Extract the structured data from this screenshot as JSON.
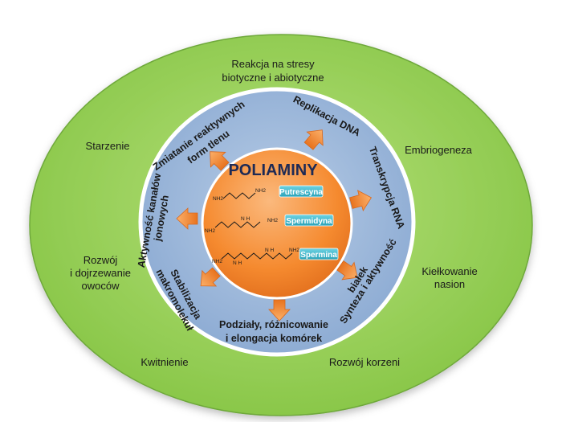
{
  "center": {
    "title": "POLIAMINY",
    "molecules": [
      {
        "name": "Putrescyna",
        "formula_left": "NH2",
        "formula_right": "NH2"
      },
      {
        "name": "Spermidyna",
        "formula_left": "NH2",
        "formula_mid": "N H",
        "formula_right": "NH2"
      },
      {
        "name": "Spermina",
        "formula_left": "NH2",
        "formula_mid1": "N H",
        "formula_mid2": "N H",
        "formula_right": "NH2"
      }
    ]
  },
  "inner_ring": {
    "labels": [
      "Replikacja DNA",
      "Transkrypcja RNA",
      "Synteza i aktywność",
      "białek",
      "Podziały, różnicowanie",
      "i elongacja komórek",
      "Stabilizacja",
      "makromolekuł",
      "Aktywność kanałów",
      "jonowych",
      "Zmiatanie reaktywnych",
      "form tlenu"
    ]
  },
  "outer_ring": {
    "labels": [
      "Reakcja na stresy",
      "biotyczne i abiotyczne",
      "Embriogeneza",
      "Kiełkowanie",
      "nasion",
      "Rozwój korzeni",
      "Kwitnienie",
      "Rozwój",
      "i dojrzewanie",
      "owoców",
      "Starzenie"
    ]
  },
  "colors": {
    "outer_fill": "#92d050",
    "outer_stroke": "#6ea83a",
    "inner_fill": "#95b3d7",
    "inner_stroke": "#ffffff",
    "center_fill": "#f79646",
    "center_stroke": "#ffffff",
    "arrow_fill": "#f7923a",
    "badge_fill": "#31b4c9",
    "title_color": "#1e2a55"
  }
}
